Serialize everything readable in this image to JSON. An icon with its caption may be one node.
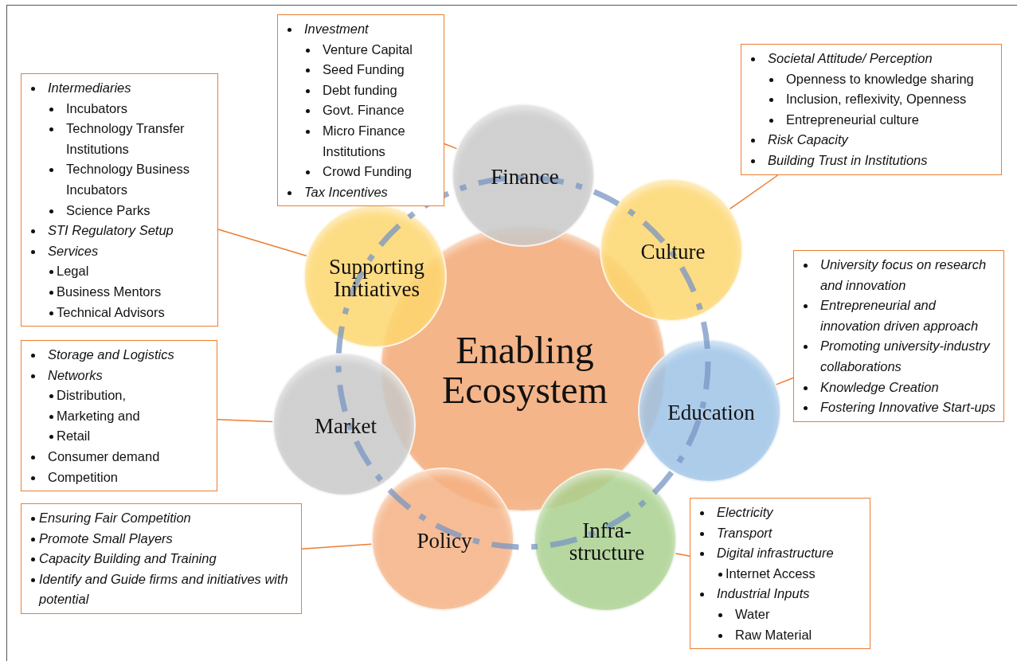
{
  "diagram": {
    "nodes": [
      {
        "text": [
          "Enabling Ecosystem"
        ]
      },
      {
        "text": [
          "Finance"
        ]
      },
      {
        "text": [
          "Culture"
        ]
      },
      {
        "text": [
          "Education"
        ]
      },
      {
        "text": [
          "Infra-structure"
        ]
      },
      {
        "text": [
          "Policy"
        ]
      },
      {
        "text": [
          "Market"
        ]
      },
      {
        "text": [
          "Supporting Initiatives"
        ]
      },
      {
        "text": [
          "Investment",
          "Venture Capital",
          "Seed Funding",
          "Debt funding",
          "Govt. Finance",
          "Micro Finance Institutions",
          "Crowd Funding",
          "Tax Incentives"
        ]
      },
      {
        "text": [
          "Societal Attitude/ Perception",
          "Openness to knowledge sharing",
          "Inclusion, reflexivity, Openness",
          "Entrepreneurial culture",
          "Risk Capacity",
          "Building Trust in Institutions"
        ]
      },
      {
        "text": [
          "University focus on research and innovation",
          "Entrepreneurial and innovation driven approach",
          "Promoting university-industry collaborations",
          "Knowledge Creation",
          "Fostering Innovative Start-ups"
        ]
      },
      {
        "text": [
          "Electricity",
          "Transport",
          "Digital infrastructure",
          "Internet Access",
          "Industrial Inputs",
          "Water",
          "Raw Material"
        ]
      },
      {
        "text": [
          "Ensuring Fair Competition",
          "Promote Small Players",
          "Capacity Building and Training",
          "Identify and Guide firms and initiatives with potential"
        ]
      },
      {
        "text": [
          "Storage and Logistics",
          "Networks",
          "Distribution,",
          "Marketing and",
          "Retail",
          "Consumer demand",
          "Competition"
        ]
      },
      {
        "text": [
          "Intermediaries",
          "Incubators",
          "Technology Transfer Institutions",
          "Technology Business Incubators",
          "Science Parks",
          "STI Regulatory Setup",
          "Services",
          "Legal",
          "Business Mentors",
          "Technical Advisors"
        ]
      }
    ],
    "edges": [
      {
        "from": 8,
        "to": 1,
        "arrow": "none"
      },
      {
        "from": 9,
        "to": 2,
        "arrow": "none"
      },
      {
        "from": 10,
        "to": 3,
        "arrow": "none"
      },
      {
        "from": 11,
        "to": 4,
        "arrow": "none"
      },
      {
        "from": 12,
        "to": 5,
        "arrow": "none"
      },
      {
        "from": 13,
        "to": 6,
        "arrow": "none"
      },
      {
        "from": 14,
        "to": 7,
        "arrow": "none"
      }
    ]
  }
}
